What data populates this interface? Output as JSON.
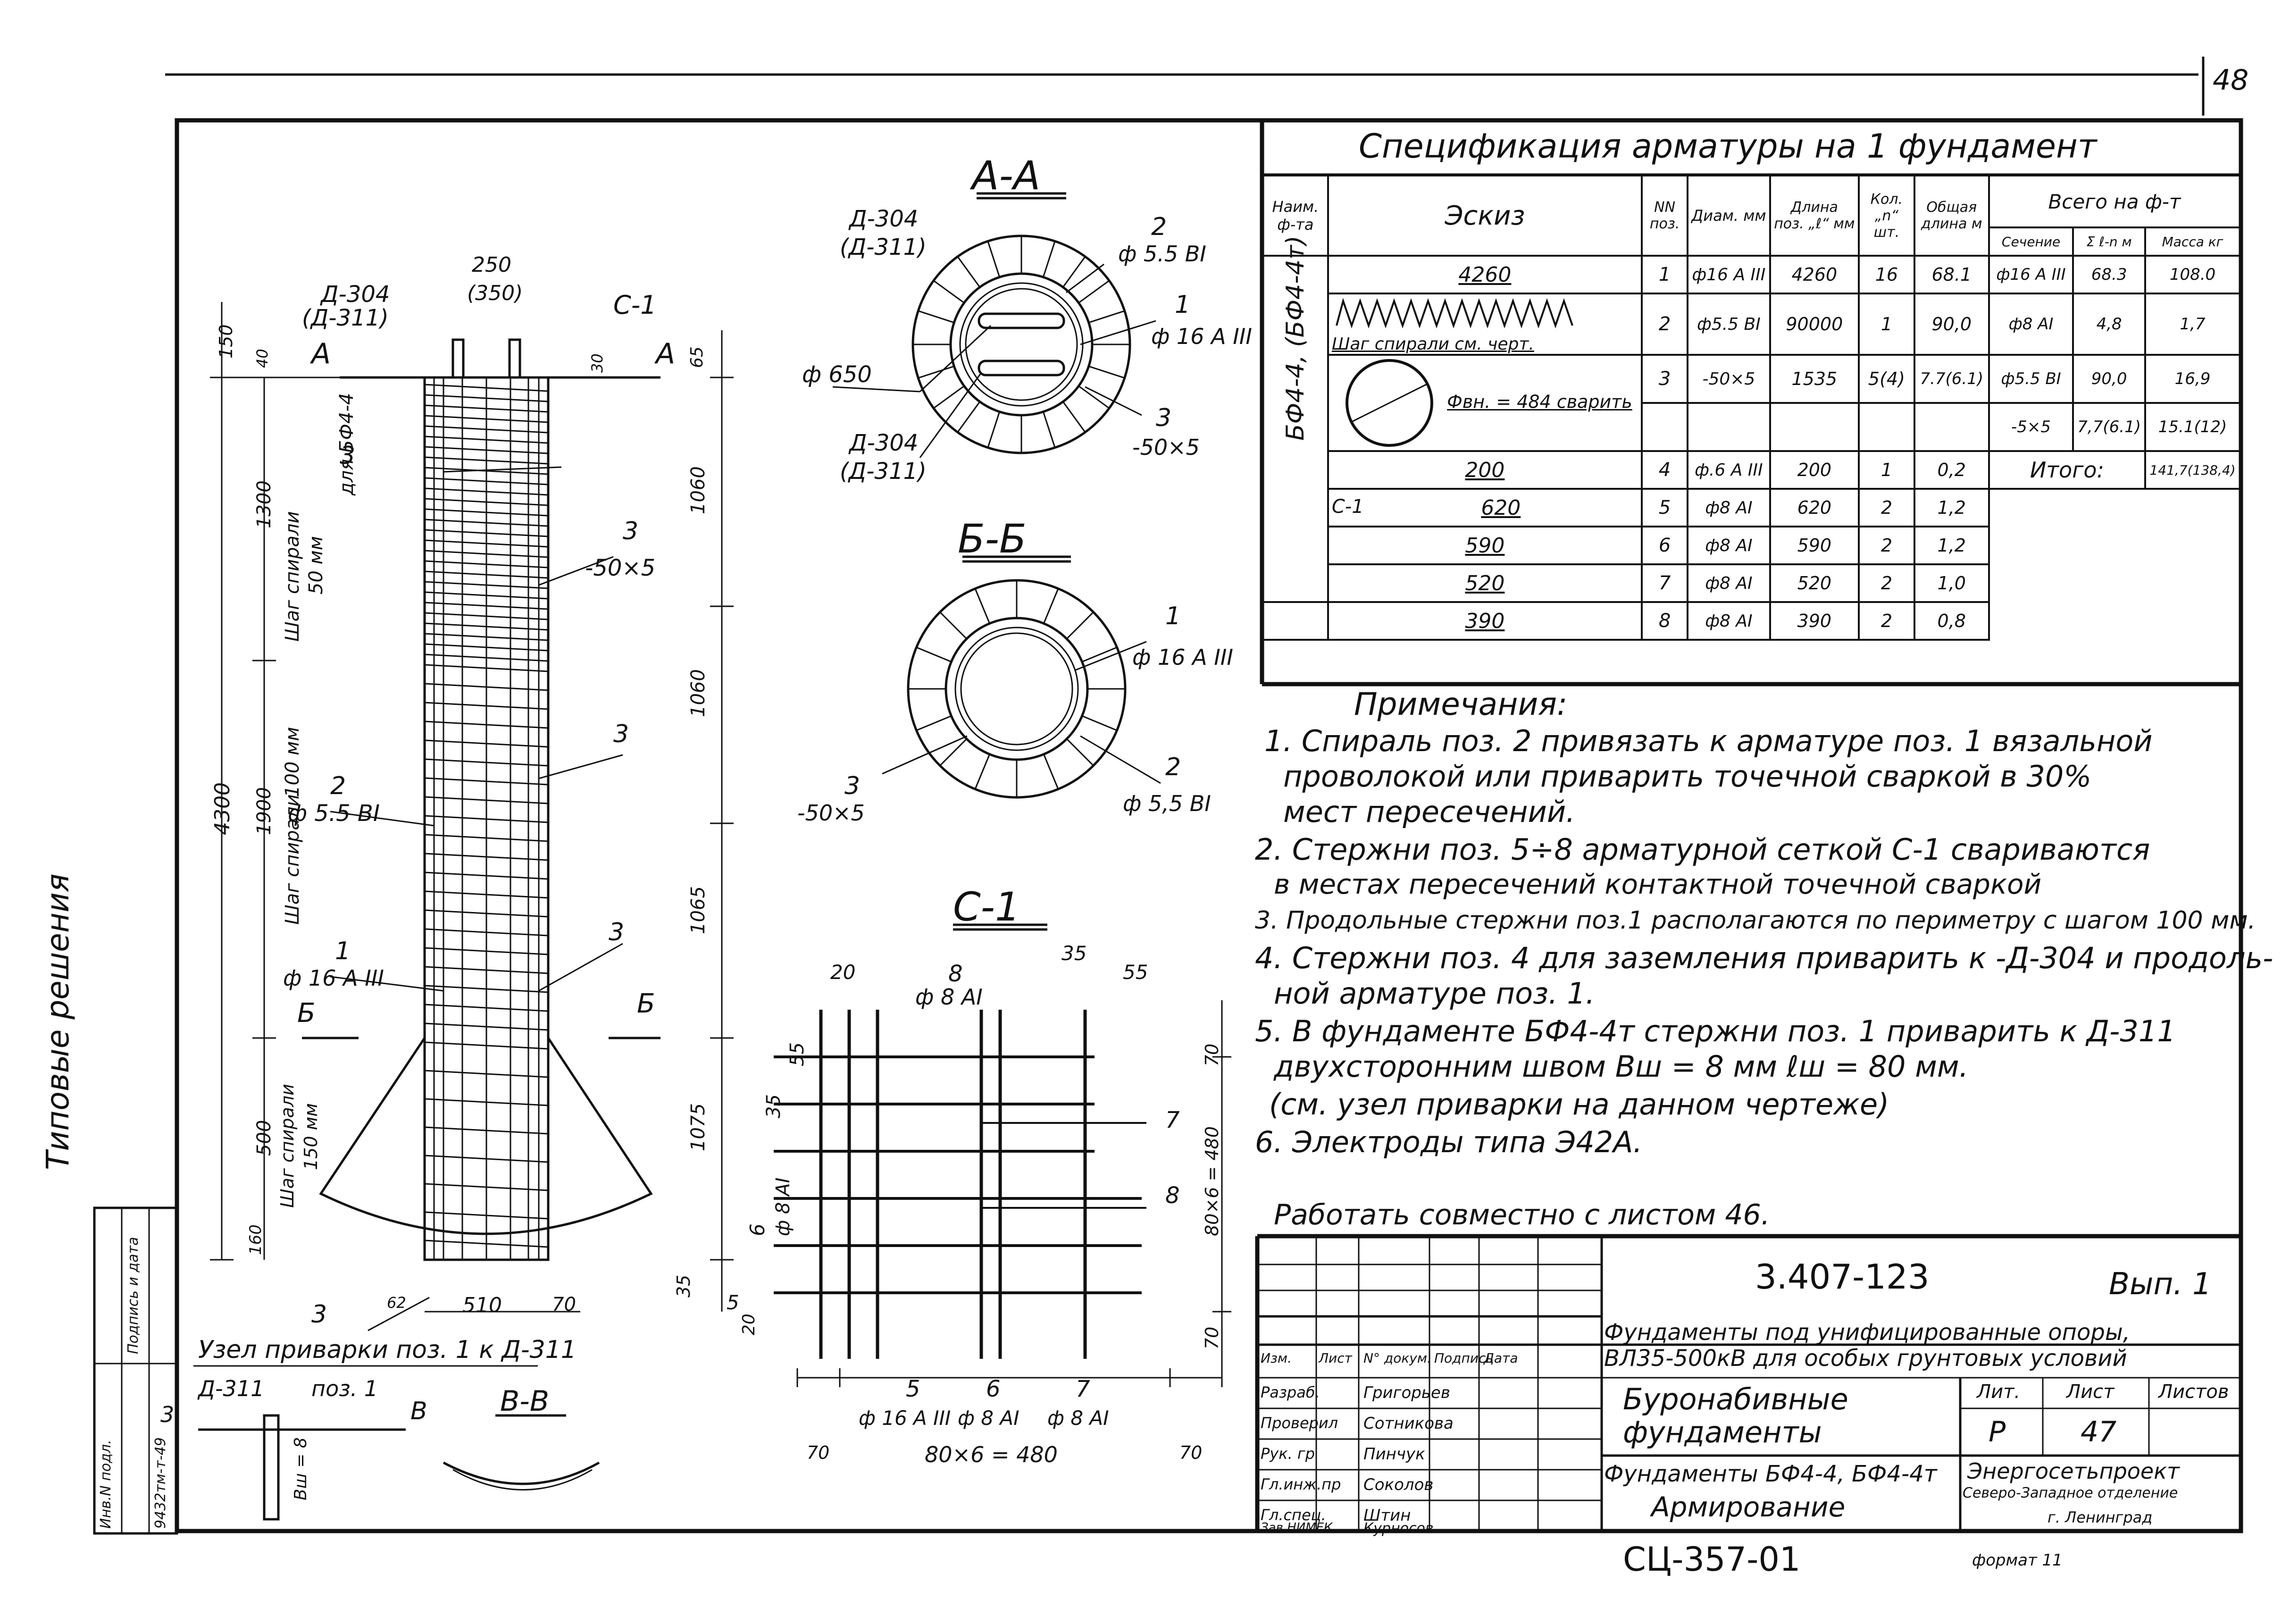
{
  "sheet": {
    "page_number": "48",
    "side_label": "Типовые решения",
    "stamp_bottom": "СЦ-357-01",
    "format_label": "формат 11",
    "left_strip": [
      "Инв.N подл.",
      "Подпись и дата",
      "9432тм-т-49"
    ]
  },
  "sections": {
    "aa_title": "А-А",
    "bb_title": "Б-Б",
    "c1_title": "С-1",
    "vv_title": "В-В",
    "weld_node_title": "Узел приварки поз. 1 к Д-311"
  },
  "main_view": {
    "d304": "Д-304",
    "d311": "(Д-311)",
    "dim_250": "250",
    "dim_350": "(350)",
    "c1": "С-1",
    "a_left": "А",
    "a_right": "А",
    "dim_150": "150",
    "dim_40": "40",
    "dim_30": "30",
    "dim_65": "65",
    "lbl_3_top": "3",
    "lbl_3_top_note": "для БФ4-4",
    "dim_1300": "1300",
    "pitch_50": "Шаг спирали",
    "pitch_50_val": "50 мм",
    "dim_1060a": "1060",
    "lbl_3b": "3",
    "lbl_3b_val": "-50×5",
    "dim_1060b": "1060",
    "dim_4300": "4300",
    "dim_1900": "1900",
    "pitch_100": "Шаг спирали",
    "pitch_100_val": "100 мм",
    "lbl_2": "2",
    "lbl_2_val": "ф 5.5 ВI",
    "lbl_3c": "3",
    "lbl_3d": "3",
    "dim_1065": "1065",
    "lbl_1": "1",
    "lbl_1_val": "ф 16 А III",
    "b_left": "Б",
    "b_right": "Б",
    "dim_500": "500",
    "pitch_150": "Шаг спирали",
    "pitch_150_val": "150 мм",
    "dim_1075": "1075",
    "dim_160": "160",
    "dim_35": "35",
    "lbl_3_bottom": "3",
    "dim_510": "510",
    "dim_70": "70",
    "dim_62": "62"
  },
  "section_aa": {
    "d304a": "Д-304",
    "d311a": "(Д-311)",
    "d304b": "Д-304",
    "d311b": "(Д-311)",
    "dia_650": "ф 650",
    "r2": "2",
    "r2_val": "ф 5.5 ВI",
    "r1": "1",
    "r1_val": "ф 16 А III",
    "r3": "3",
    "r3_val": "-50×5"
  },
  "section_bb": {
    "r1": "1",
    "r1_val": "ф 16 А III",
    "r3": "3",
    "r3_val": "-50×5",
    "r2": "2",
    "r2_val": "ф 5,5 ВI"
  },
  "section_c1": {
    "d20": "20",
    "r8": "8",
    "r8_val": "ф 8 АI",
    "d35a": "35",
    "d55a": "55",
    "d55b": "55",
    "d35b": "35",
    "d70a": "70",
    "r7": "7",
    "d480v": "80×6 = 480",
    "r8b": "8",
    "r6": "6",
    "r6_val": "ф 8 АI",
    "d5": "5",
    "d20b": "20",
    "d70b": "70",
    "r5": "5",
    "r5_val": "ф 16 А III",
    "r6b": "6",
    "r6b_val": "ф 8 АI",
    "r7b": "7",
    "r7b_val": "ф 8 АI",
    "d70c": "70",
    "d480h": "80×6 = 480",
    "d70d": "70"
  },
  "weld_node": {
    "d311": "Д-311",
    "poz1": "поз. 1",
    "weld_size": "Вш = 8",
    "v_mark": "В",
    "v3": "3"
  },
  "spec": {
    "title": "Спецификация арматуры на 1 фундамент",
    "headers": {
      "name": "Наим. ф-та",
      "sketch": "Эскиз",
      "pos": "NN поз.",
      "diam": "Диам. мм",
      "length": "Длина поз. „ℓ“ мм",
      "qty": "Кол. „n“ шт.",
      "total_len": "Общая длина м",
      "all_on": "Всего на ф-т",
      "grade": "Сечение",
      "sum_l": "Σ ℓ-n м",
      "mass": "Масса кг"
    },
    "group_name": "БФ4-4, (БФ4-4т)",
    "c1_group": "С-1",
    "rows": [
      {
        "sketch": "4260",
        "pos": "1",
        "diam": "ф16 А III",
        "len": "4260",
        "qty": "16",
        "total": "68.1",
        "grade": "ф16 А III",
        "sum": "68.3",
        "mass": "108.0"
      },
      {
        "sketch": "Шаг спирали см. черт.",
        "pos": "2",
        "diam": "ф5.5 ВI",
        "len": "90000",
        "qty": "1",
        "total": "90,0",
        "grade": "ф8 АI",
        "sum": "4,8",
        "mass": "1,7"
      },
      {
        "sketch": "Фвн. = 484 сварить",
        "pos": "3",
        "diam": "-50×5",
        "len": "1535",
        "qty": "5(4)",
        "total": "7.7(6.1)",
        "grade": "ф5.5 ВI",
        "sum": "90,0",
        "mass": "16,9"
      },
      {
        "sketch": "200",
        "pos": "4",
        "diam": "ф.6 А III",
        "len": "200",
        "qty": "1",
        "total": "0,2",
        "grade": "-5×5",
        "sum": "7,7(6.1)",
        "mass": "15.1(12)"
      },
      {
        "sketch": "620",
        "pos": "5",
        "diam": "ф8 АI",
        "len": "620",
        "qty": "2",
        "total": "1,2"
      },
      {
        "sketch": "590",
        "pos": "6",
        "diam": "ф8 АI",
        "len": "590",
        "qty": "2",
        "total": "1,2"
      },
      {
        "sketch": "520",
        "pos": "7",
        "diam": "ф8 АI",
        "len": "520",
        "qty": "2",
        "total": "1,0"
      },
      {
        "sketch": "390",
        "pos": "8",
        "diam": "ф8 АI",
        "len": "390",
        "qty": "2",
        "total": "0,8"
      }
    ],
    "total_label": "Итого:",
    "total_value": "141,7(138,4)"
  },
  "notes": {
    "title": "Примечания:",
    "lines": [
      "1. Спираль поз. 2 привязать к арматуре поз. 1 вязальной",
      "проволокой или приварить точечной сваркой в 30%",
      "мест пересечений.",
      "2. Стержни поз. 5÷8 арматурной сеткой С-1 свариваются",
      "в местах пересечений контактной точечной сваркой",
      "3. Продольные стержни поз.1 располагаются по периметру с шагом 100 мм.",
      "4. Стержни поз. 4 для заземления приварить к -Д-304 и продоль-",
      "ной арматуре поз. 1.",
      "5. В фундаменте БФ4-4т стержни поз. 1 приварить к Д-311",
      "двухсторонним швом Вш = 8 мм ℓш = 80 мм.",
      "(см. узел приварки на данном чертеже)",
      "6. Электроды типа Э42А."
    ],
    "work_with": "Работать совместно с листом 46."
  },
  "title_block": {
    "doc_code": "3.407-123",
    "issue": "Вып. 1",
    "project": "Фундаменты под унифицированные опоры,",
    "project2": "ВЛ35-500кВ для особых грунтовых условий",
    "col_izm": "Изм.",
    "col_list": "Лист",
    "col_doc": "N° докум.",
    "col_sign": "Подпись",
    "col_date": "Дата",
    "roles": [
      "Разраб.",
      "Проверил",
      "Рук. гр",
      "Гл.инж.пр",
      "Гл.спец.",
      "Зав.НИМЕК"
    ],
    "names": [
      "Григорьев",
      "Сотникова",
      "Пинчук",
      "Соколов",
      "Штин",
      "Курносов"
    ],
    "object1": "Буронабивные",
    "object2": "фундаменты",
    "sheet_title1": "Фундаменты БФ4-4, БФ4-4т",
    "sheet_title2": "Армирование",
    "lit_h": "Лит.",
    "list_h": "Лист",
    "listov_h": "Листов",
    "lit": "Р",
    "list": "47",
    "org1": "Энергосетьпроект",
    "org2": "Северо-Западное отделение",
    "org3": "г. Ленинград"
  }
}
